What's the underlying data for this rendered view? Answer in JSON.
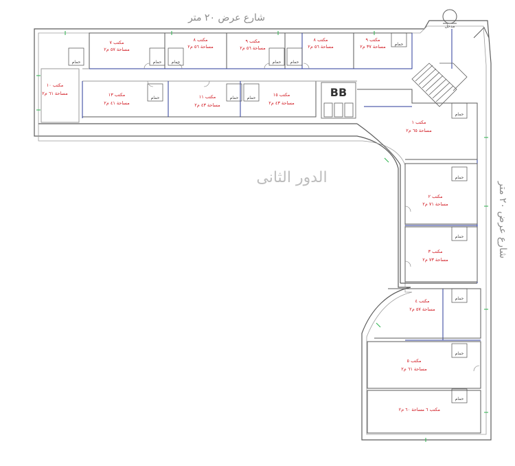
{
  "colors": {
    "wall": "#5a5a5a",
    "wall_light": "#9a9a9a",
    "partition_blue": "#2a3a9a",
    "dimension_green": "#27b24a",
    "label_red": "#d0141c",
    "street_text": "#8a8a8a",
    "floor_text": "#bdbdbd"
  },
  "labels": {
    "street_top": "شارع عرض ٢٠ متر",
    "street_right": "شارع عرض ٢٠ متر",
    "floor_name": "الدور الثانى",
    "wc_label": "حمام",
    "corner_label": "مدخل"
  },
  "offices_top": [
    {
      "name": "مكتب ٧",
      "area": "مساحة ٥٧ م٢"
    },
    {
      "name": "مكتب ٨",
      "area": "مساحة ٥٦ م٢"
    },
    {
      "name": "مكتب ٩",
      "area": "مساحة ٥٦ م٢"
    },
    {
      "name": "مكتب ٨",
      "area": "مساحة ٥٦ م٢"
    },
    {
      "name": "مكتب ٩",
      "area": "مساحة ٣٧ م٢"
    }
  ],
  "offices_middle": [
    {
      "name": "مكتب ١٠",
      "area": "مساحة ٦١ م٢"
    },
    {
      "name": "مكتب ١٣",
      "area": "مساحة ٤١ م٢"
    },
    {
      "name": "مكتب ١١",
      "area": "مساحة ٤٣ م٢"
    },
    {
      "name": "مكتب ١٥",
      "area": "مساحة ٤٣ م٢"
    }
  ],
  "offices_right": [
    {
      "name": "مكتب ١",
      "area": "مساحة ٦٥ م٢"
    },
    {
      "name": "مكتب ٢",
      "area": "مساحة ٧١ م٢"
    },
    {
      "name": "مكتب ٣",
      "area": "مساحة ٧٣ م٢"
    },
    {
      "name": "مكتب ٤",
      "area": "مساحة ٥٧ م٢"
    },
    {
      "name": "مكتب ٥",
      "area": "مساحة ٦١ م٢"
    },
    {
      "name": "مكتب ٦",
      "area": "مساحة ٦٠ م٢"
    }
  ]
}
